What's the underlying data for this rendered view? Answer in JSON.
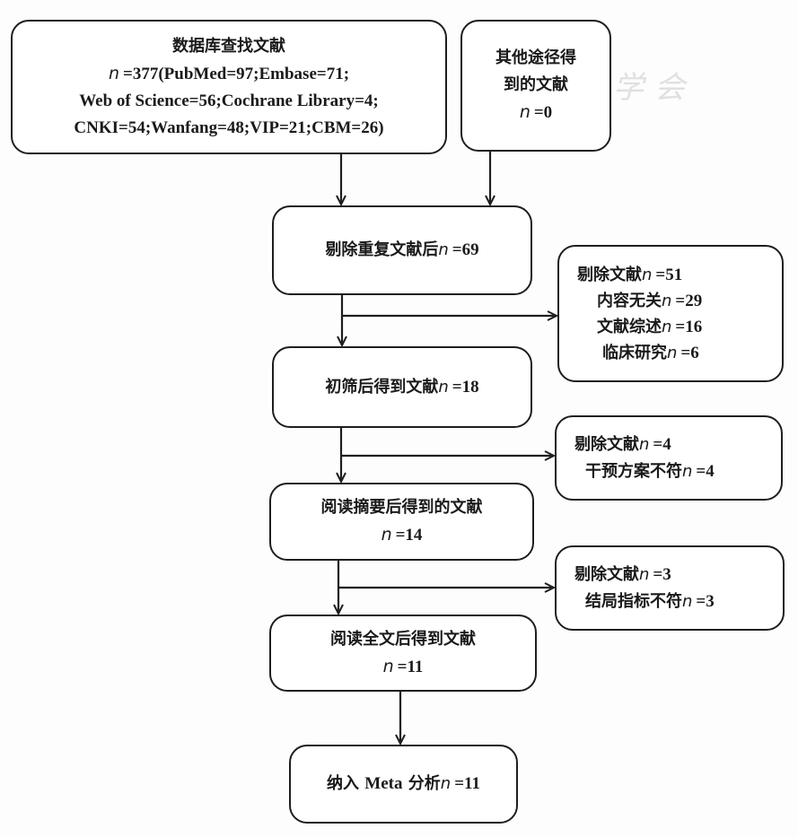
{
  "diagram": {
    "type": "PRISMA literature screening flowchart",
    "n_symbol": "n",
    "boxes": {
      "database_search": {
        "title": "数据库查找文献",
        "line1": "=377(PubMed=97;Embase=71;",
        "line2": "Web of Science=56;Cochrane Library=4;",
        "line3": "CNKI=54;Wanfang=48;VIP=21;CBM=26)"
      },
      "other_sources": {
        "line1": "其他途径得",
        "line2": "到的文献",
        "count": "=0"
      },
      "after_dedup": {
        "label": "剔除重复文献后",
        "count": "=69"
      },
      "excluded_1": {
        "label": "剔除文献",
        "count": "=51",
        "reasons": [
          {
            "label": "内容无关",
            "count": "=29"
          },
          {
            "label": "文献综述",
            "count": "=16"
          },
          {
            "label": "临床研究",
            "count": "=6"
          }
        ]
      },
      "initial_screen": {
        "label": "初筛后得到文献",
        "count": "=18"
      },
      "excluded_2": {
        "label": "剔除文献",
        "count": "=4",
        "reasons": [
          {
            "label": "干预方案不符",
            "count": "=4"
          }
        ]
      },
      "abstract_review": {
        "label": "阅读摘要后得到的文献",
        "count": "=14"
      },
      "excluded_3": {
        "label": "剔除文献",
        "count": "=3",
        "reasons": [
          {
            "label": "结局指标不符",
            "count": "=3"
          }
        ]
      },
      "fulltext_review": {
        "label": "阅读全文后得到文献",
        "count": "=11"
      },
      "included": {
        "label_cn1": "纳入",
        "label_en": "Meta",
        "label_cn2": "分析",
        "count": "=11"
      }
    },
    "watermark": "中华医学会",
    "colors": {
      "stroke": "#1e1e1e",
      "background": "#fdfdfd"
    }
  }
}
